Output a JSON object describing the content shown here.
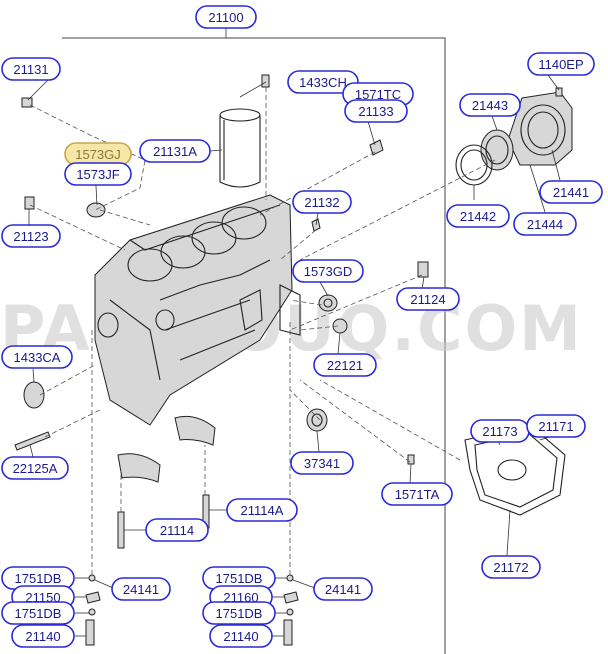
{
  "diagram": {
    "main_part": "21100",
    "watermark": "PARTSOUQ.COM",
    "labels": [
      {
        "id": "21131",
        "text": "21131"
      },
      {
        "id": "1573GJ",
        "text": "1573GJ",
        "highlighted": true
      },
      {
        "id": "1573JF",
        "text": "1573JF"
      },
      {
        "id": "21131A",
        "text": "21131A"
      },
      {
        "id": "1433CH",
        "text": "1433CH"
      },
      {
        "id": "1571TC",
        "text": "1571TC"
      },
      {
        "id": "21133",
        "text": "21133"
      },
      {
        "id": "21123",
        "text": "21123"
      },
      {
        "id": "21132",
        "text": "21132"
      },
      {
        "id": "1573GD",
        "text": "1573GD"
      },
      {
        "id": "21124",
        "text": "21124"
      },
      {
        "id": "22121",
        "text": "22121"
      },
      {
        "id": "1433CA",
        "text": "1433CA"
      },
      {
        "id": "22125A",
        "text": "22125A"
      },
      {
        "id": "37341",
        "text": "37341"
      },
      {
        "id": "1571TA",
        "text": "1571TA"
      },
      {
        "id": "21114A",
        "text": "21114A"
      },
      {
        "id": "21114",
        "text": "21114"
      },
      {
        "id": "1140EP",
        "text": "1140EP"
      },
      {
        "id": "21443",
        "text": "21443"
      },
      {
        "id": "21441",
        "text": "21441"
      },
      {
        "id": "21442",
        "text": "21442"
      },
      {
        "id": "21444",
        "text": "21444"
      },
      {
        "id": "21173",
        "text": "21173"
      },
      {
        "id": "21171",
        "text": "21171"
      },
      {
        "id": "21172",
        "text": "21172"
      },
      {
        "id": "1751DB_L1",
        "text": "1751DB"
      },
      {
        "id": "24141_L",
        "text": "24141"
      },
      {
        "id": "21150",
        "text": "21150"
      },
      {
        "id": "1751DB_L2",
        "text": "1751DB"
      },
      {
        "id": "21140_L",
        "text": "21140"
      },
      {
        "id": "1751DB_R1",
        "text": "1751DB"
      },
      {
        "id": "24141_R",
        "text": "24141"
      },
      {
        "id": "21160",
        "text": "21160"
      },
      {
        "id": "1751DB_R2",
        "text": "1751DB"
      },
      {
        "id": "21140_R",
        "text": "21140"
      }
    ]
  }
}
